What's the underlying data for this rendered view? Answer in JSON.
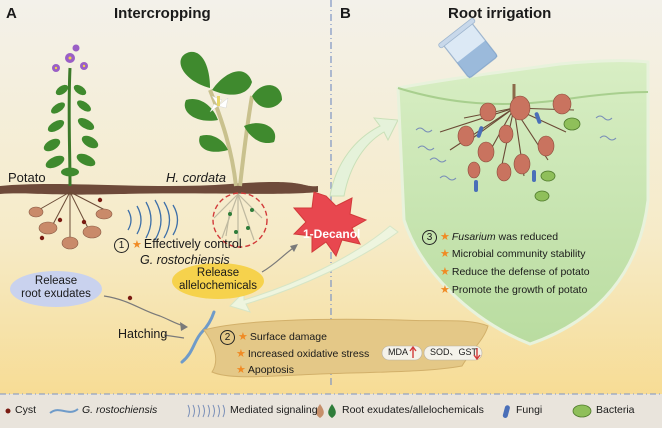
{
  "panels": {
    "a": {
      "letter": "A",
      "title": "Intercropping"
    },
    "b": {
      "letter": "B",
      "title": "Root irrigation"
    }
  },
  "plants": {
    "potato": "Potato",
    "hcordata": "H. cordata"
  },
  "center_compound": "1-Decanol",
  "panel_a": {
    "effect1_num": "1",
    "effect1_line1": "Effectively control",
    "effect1_line2": "G. rostochiensis",
    "release_exudates": "Release root exudates",
    "release_exudates_l1": "Release",
    "release_exudates_l2": "root exudates",
    "release_allelo_l1": "Release",
    "release_allelo_l2": "allelochemicals",
    "hatching": "Hatching",
    "effect2_num": "2",
    "effect2_items": [
      "Surface damage",
      "Increased oxidative stress",
      "Apoptosis"
    ],
    "mda": "MDA",
    "sod_gst": "SOD、GST"
  },
  "panel_b": {
    "effect3_num": "3",
    "effect3_first_italic": "Fusarium",
    "effect3_first_rest": " was reduced",
    "effect3_items": [
      "Microbial community stability",
      "Reduce the defense of potato",
      "Promote the growth of potato"
    ]
  },
  "legend": {
    "cyst": "Cyst",
    "nematode": "G. rostochiensis",
    "signaling": "Mediated signaling",
    "exudates": "Root exudates/allelochemicals",
    "fungi": "Fungi",
    "bacteria": "Bacteria"
  },
  "colors": {
    "bg_top": "#f3f0e6",
    "bg_bottom": "#f6d98c",
    "soil": "#6e4a3a",
    "burst": "#e8474f",
    "shield": "#c6e3b0",
    "star": "#f08a24",
    "legend_bg": "#e9e4dc"
  }
}
